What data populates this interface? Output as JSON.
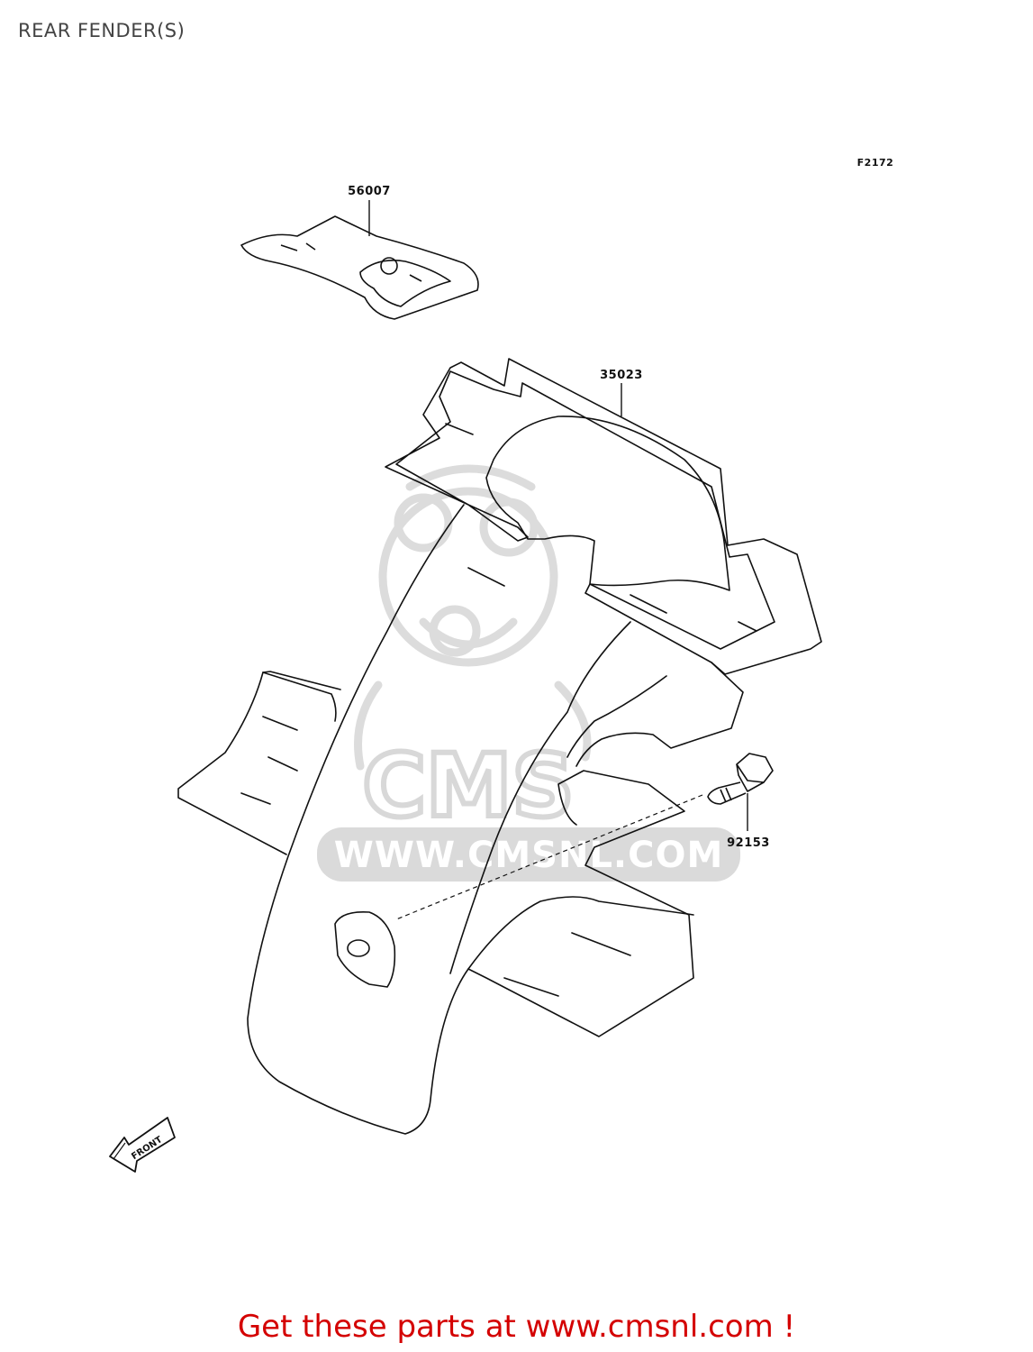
{
  "page": {
    "title": "REAR FENDER(S)"
  },
  "diagram": {
    "figure_code": "F2172",
    "callouts": {
      "pad": "56007",
      "fender": "35023",
      "bolt": "92153"
    },
    "front_arrow_label": "FRONT",
    "watermark": {
      "logo_text": "CMS",
      "url_text": "WWW.CMSNL.COM"
    }
  },
  "footer": {
    "promo_text": "Get these parts at www.cmsnl.com !",
    "promo_color": "#d40000"
  }
}
